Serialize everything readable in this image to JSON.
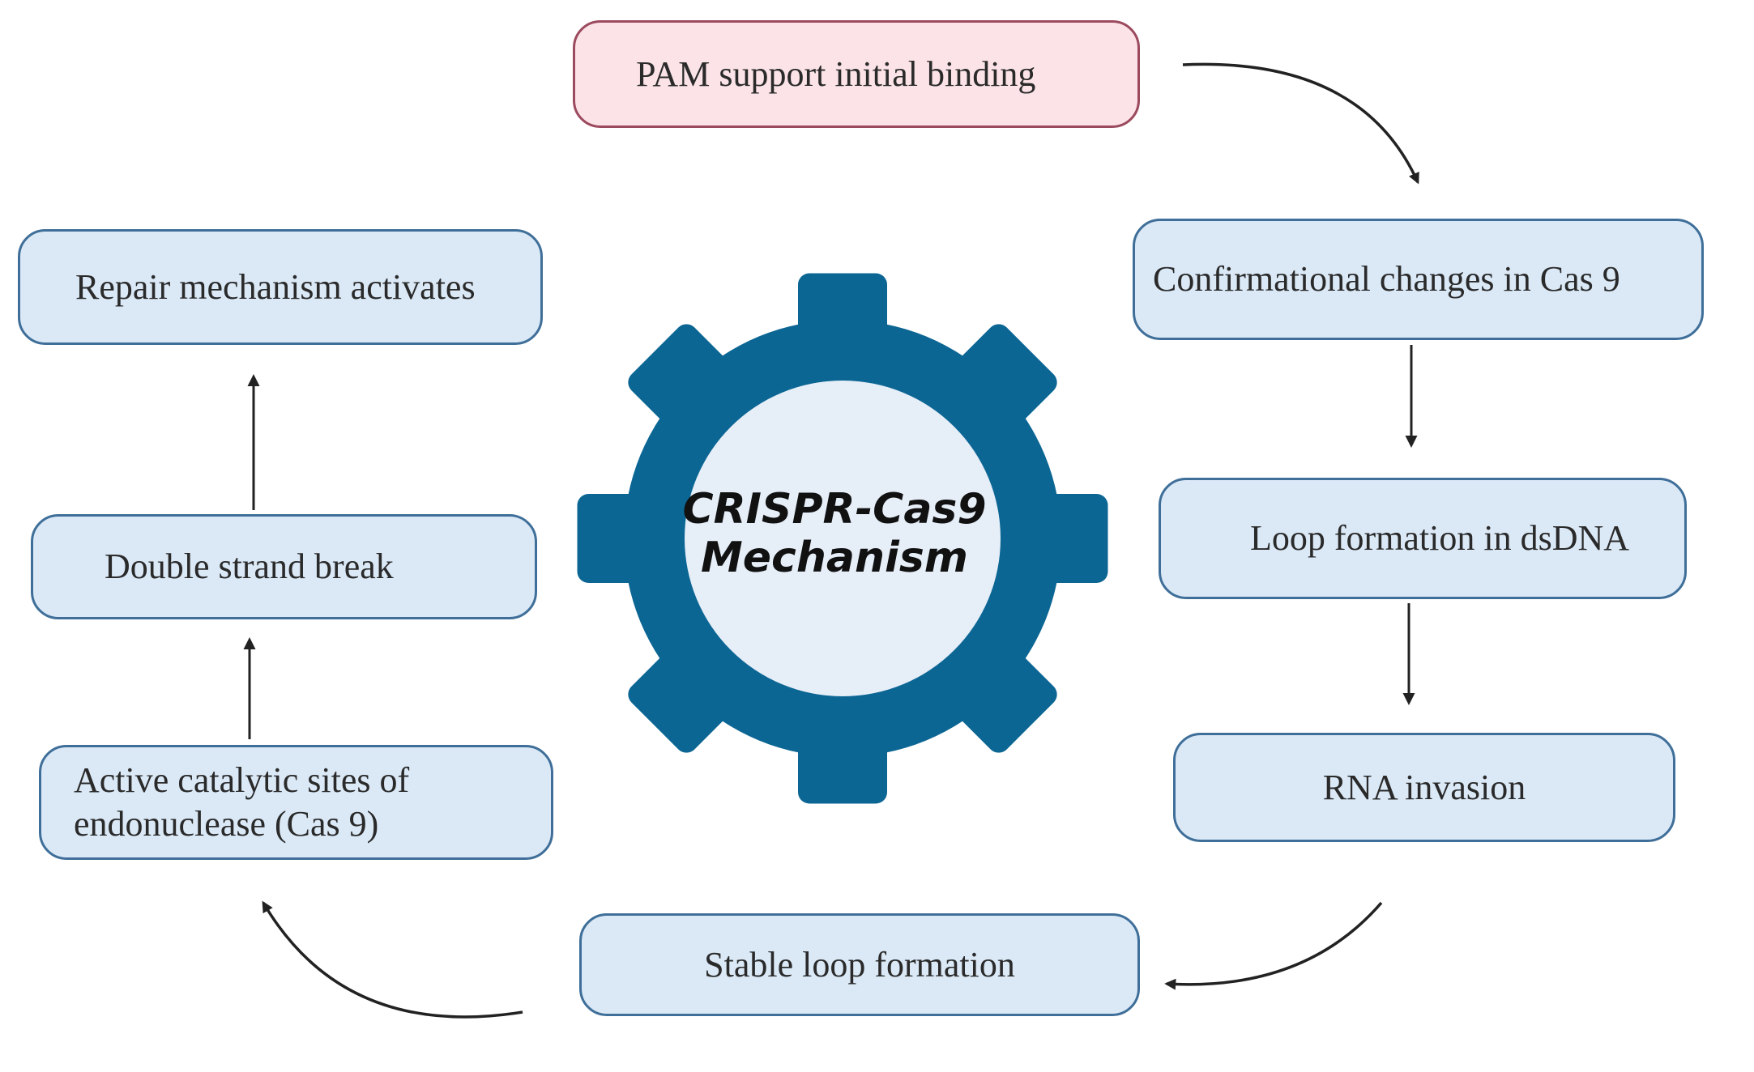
{
  "center": {
    "line1": "CRISPR-Cas9",
    "line2": "Mechanism"
  },
  "steps": {
    "pam": "PAM support initial binding",
    "conformational": "Confirmational changes in Cas 9",
    "loop_dsdna": "Loop formation in dsDNA",
    "rna_invasion": "RNA invasion",
    "stable_loop": "Stable loop formation",
    "active_sites_line1": "Active catalytic sites of",
    "active_sites_line2": "endonuclease (Cas 9)",
    "double_strand": "Double strand break",
    "repair": "Repair mechanism activates"
  },
  "colors": {
    "gear": "#0c6694",
    "gear_center": "#e6eef8",
    "box_fill": "#dbe9f7",
    "box_border": "#3f6f99",
    "highlight_fill": "#fbe3e7",
    "highlight_border": "#9c4a5e",
    "arrow": "#222222"
  },
  "icons": {
    "gear": "gear-icon"
  }
}
